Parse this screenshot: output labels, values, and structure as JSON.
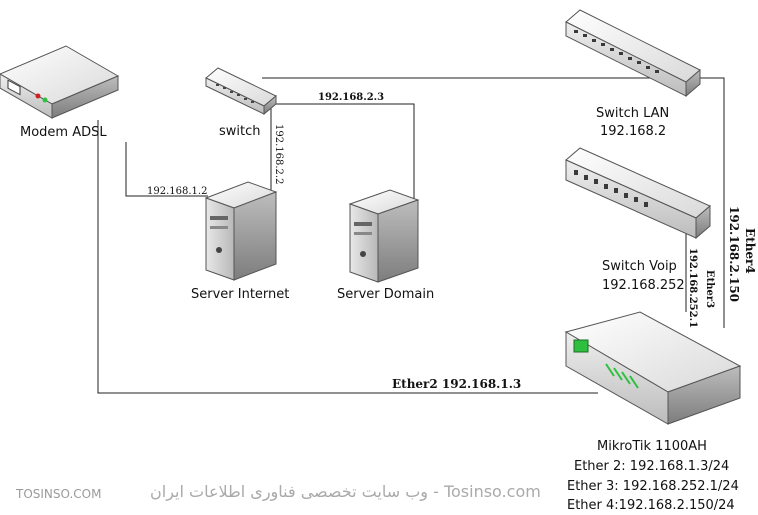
{
  "devices": {
    "modem": {
      "name": "Modem ADSL"
    },
    "switch_small": {
      "name": "switch"
    },
    "switch_lan": {
      "name": "Switch LAN",
      "ip": "192.168.2"
    },
    "switch_voip": {
      "name": "Switch Voip",
      "ip": "192.168.252"
    },
    "server_internet": {
      "name": "Server Internet"
    },
    "server_domain": {
      "name": "Server Domain"
    },
    "mikrotik": {
      "name": "MikroTik 1100AH",
      "ports": [
        "Ether 2: 192.168.1.3/24",
        "Ether 3: 192.168.252.1/24",
        "Ether 4:192.168.2.150/24"
      ]
    }
  },
  "links": {
    "modem_server_ip": "192.168.1.2",
    "switch_domain_ip": "192.168.2.3",
    "switch_server_ip": "192.168.2.2",
    "ether2": "Ether2 192.168.1.3",
    "ether4_name": "Ether4",
    "ether4_ip": "192.168.2.150",
    "ether3_name": "Ether3",
    "ether3_ip": "192.168.252.1"
  },
  "watermark": {
    "left": "TOSINSO.COM",
    "center": "وب سایت تخصصی فناوری اطلاعات ایران - Tosinso.com"
  },
  "colors": {
    "device_light": "#f2f2f2",
    "device_mid": "#d4d4d4",
    "device_dark": "#8e8e8e",
    "server_body": "#cfcfcf",
    "led_green": "#2fbf3f",
    "led_red": "#d02020",
    "wire": "#222222"
  }
}
